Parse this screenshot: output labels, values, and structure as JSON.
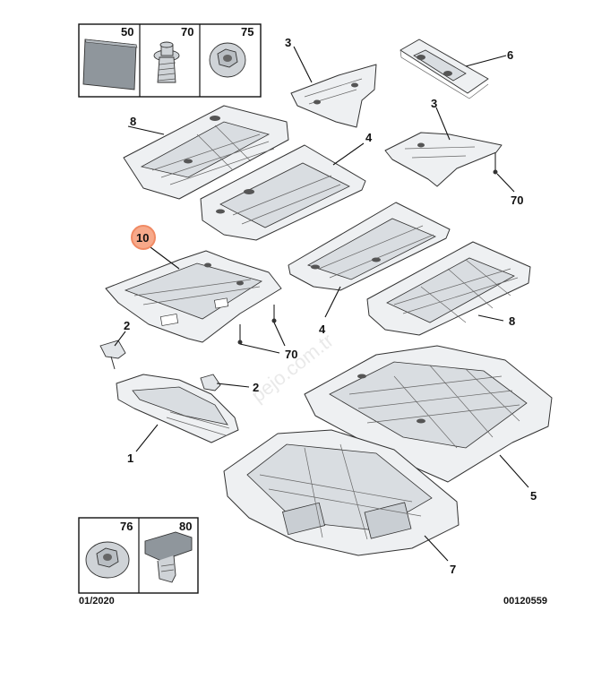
{
  "diagram": {
    "callouts": [
      "1",
      "2",
      "2",
      "3",
      "3",
      "4",
      "4",
      "5",
      "6",
      "7",
      "8",
      "8",
      "10",
      "70",
      "70"
    ],
    "part_box_top": [
      "50",
      "70",
      "75"
    ],
    "part_box_bottom": [
      "76",
      "80"
    ],
    "date_code": "01/2020",
    "ref_number": "00120559",
    "watermark": "pejo.com.tr"
  },
  "colors": {
    "line": "#111111",
    "part_fill": "#eef0f2",
    "part_shade": "#d9dde1",
    "highlight": "#f7a98a"
  },
  "icons": {
    "part_50": "felt-pad-icon",
    "part_70": "screw-icon",
    "part_75": "flange-nut-icon",
    "part_76": "flange-nut-icon",
    "part_80": "push-clip-icon"
  }
}
